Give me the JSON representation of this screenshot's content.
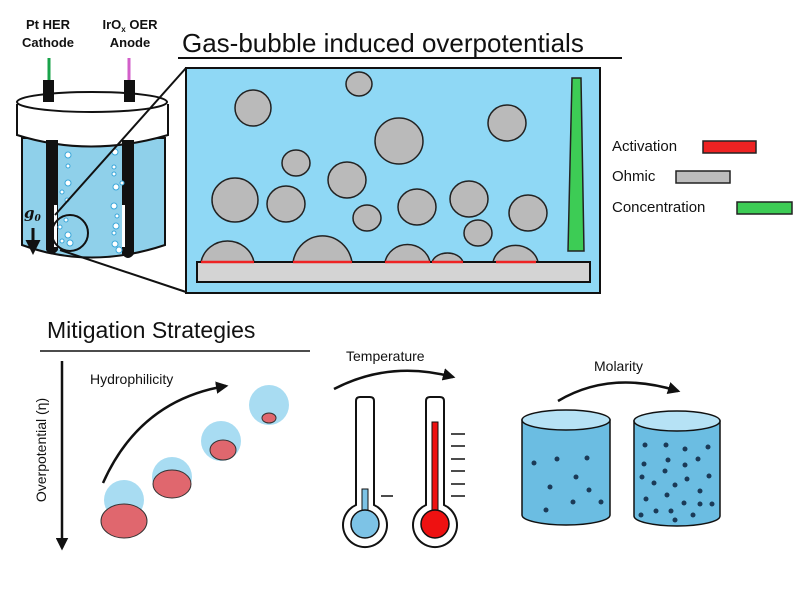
{
  "cell": {
    "cathode_label_line1": "Pt HER",
    "cathode_label_line2": "Cathode",
    "anode_label_line1": "IrO",
    "anode_label_sub": "x",
    "anode_label_line1_suffix": " OER",
    "anode_label_line2": "Anode",
    "gravity_label": "g",
    "gravity_sub": "0"
  },
  "overpotentials": {
    "title": "Gas-bubble induced overpotentials",
    "legend": [
      {
        "label": "Activation",
        "color": "#ee2222"
      },
      {
        "label": "Ohmic",
        "color": "#bdbdbd"
      },
      {
        "label": "Concentration",
        "color": "#3dcc55"
      }
    ],
    "colors": {
      "electrolyte": "#8fd8f5",
      "bubble": "#bababa",
      "electrode": "#d4d4d4"
    }
  },
  "mitigation": {
    "title": "Mitigation Strategies",
    "axis_label": "Overpotential (η)",
    "hydrophilicity_label": "Hydrophilicity",
    "temperature_label": "Temperature",
    "molarity_label": "Molarity",
    "colors": {
      "cold": "#7dc3e6",
      "hot": "#ee1111",
      "bubble_light": "#a8dcf2",
      "contact": "#e0676e"
    }
  }
}
